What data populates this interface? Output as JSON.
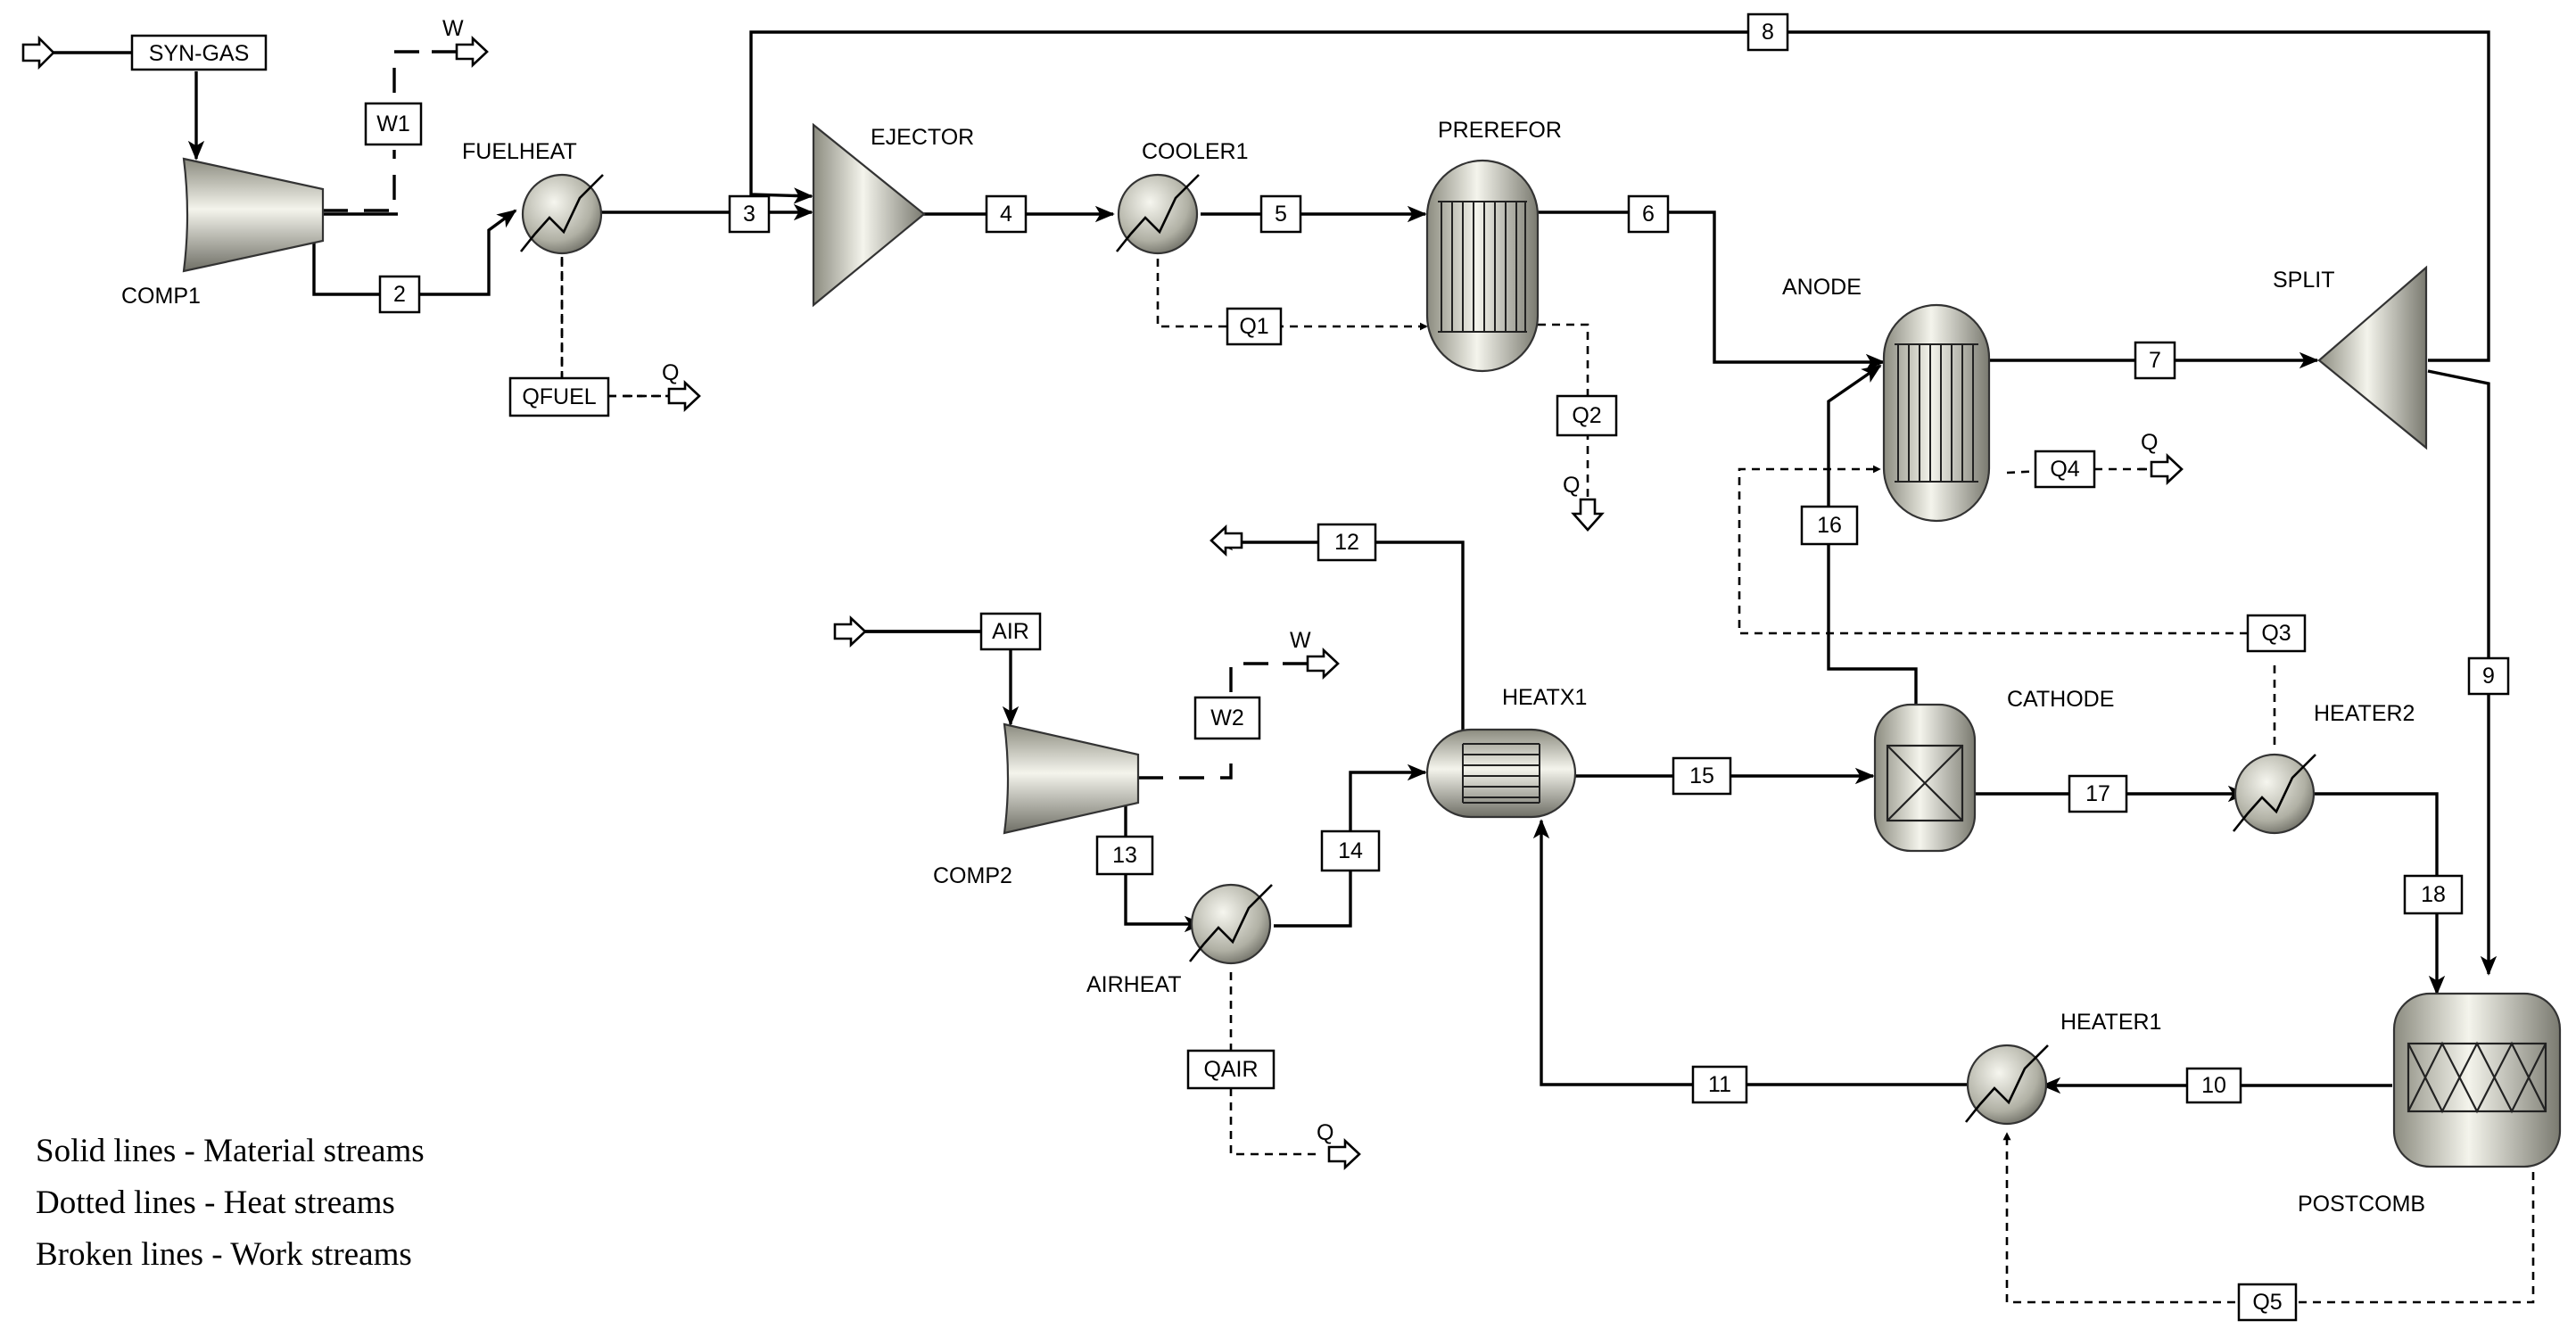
{
  "diagram": {
    "equipment": {
      "comp1": "COMP1",
      "fuelheat": "FUELHEAT",
      "ejector": "EJECTOR",
      "cooler1": "COOLER1",
      "prerefor": "PREREFOR",
      "anode": "ANODE",
      "split": "SPLIT",
      "comp2": "COMP2",
      "airheat": "AIRHEAT",
      "heatx1": "HEATX1",
      "cathode": "CATHODE",
      "heater2": "HEATER2",
      "heater1": "HEATER1",
      "postcomb": "POSTCOMB"
    },
    "feeds": {
      "syngas": "SYN-GAS",
      "air": "AIR"
    },
    "material_streams": [
      "2",
      "3",
      "4",
      "5",
      "6",
      "7",
      "8",
      "9",
      "10",
      "11",
      "12",
      "13",
      "14",
      "15",
      "16",
      "17",
      "18"
    ],
    "heat_streams": [
      "QFUEL",
      "Q1",
      "Q2",
      "Q3",
      "Q4",
      "Q5",
      "QAIR"
    ],
    "work_streams": [
      "W1",
      "W2"
    ],
    "outlet_labels": {
      "heat": "Q",
      "work": "W"
    }
  },
  "legend": {
    "solid": "Solid lines - Material streams",
    "dotted": "Dotted lines - Heat streams",
    "broken": "Broken lines - Work streams"
  }
}
